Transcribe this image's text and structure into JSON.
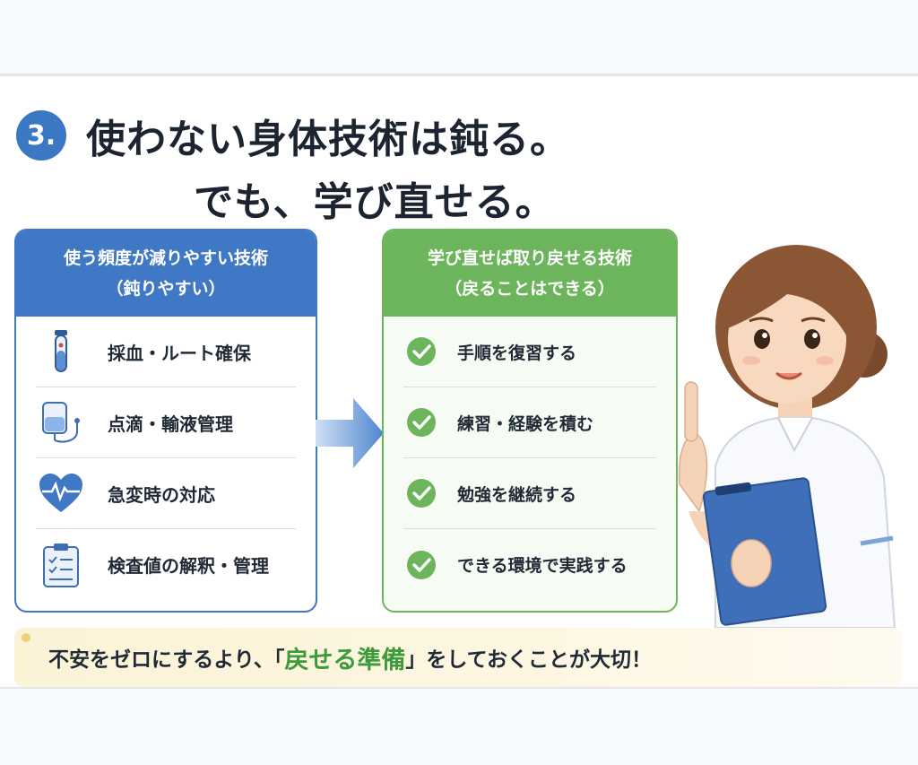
{
  "title": {
    "number": "3.",
    "line1": "使わない身体技術は鈍る。",
    "line2": "でも、学び直せる。"
  },
  "left_panel": {
    "heading1": "使う頻度が減りやすい技術",
    "heading2": "（鈍りやすい）",
    "items": [
      {
        "label": "採血・ルート確保",
        "icon": "blood-tube-icon"
      },
      {
        "label": "点滴・輸液管理",
        "icon": "iv-drip-icon"
      },
      {
        "label": "急変時の対応",
        "icon": "heart-pulse-icon"
      },
      {
        "label": "検査値の解釈・管理",
        "icon": "clipboard-checklist-icon"
      }
    ]
  },
  "right_panel": {
    "heading1": "学び直せば取り戻せる技術",
    "heading2": "（戻ることはできる）",
    "items": [
      {
        "label": "手順を復習する",
        "icon": "check-circle-icon"
      },
      {
        "label": "練習・経験を積む",
        "icon": "check-circle-icon"
      },
      {
        "label": "勉強を継続する",
        "icon": "check-circle-icon"
      },
      {
        "label": "できる環境で実践する",
        "icon": "check-circle-icon"
      }
    ]
  },
  "banner": {
    "before": "不安をゼロにするより、「",
    "emphasis": "戻せる準備",
    "after": "」をしておくことが大切！"
  },
  "colors": {
    "blue": "#3f78c4",
    "green": "#6db55c",
    "emphasis_green": "#3e9a3b",
    "banner_bg": "#fbf3d6"
  }
}
